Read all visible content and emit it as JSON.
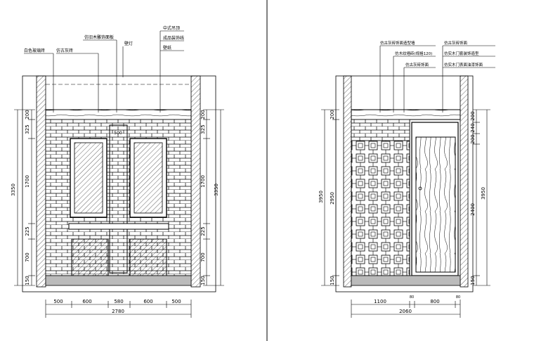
{
  "left_elevation": {
    "callouts_top": [
      "中式吊顶",
      "成品装饰线",
      "壁纸"
    ],
    "callouts_left": [
      "白色玻璃砖",
      "仿古灰砖",
      "仿旧木雕饰面板"
    ],
    "callout_mid": "壁灯",
    "dim_left_parts": [
      "200",
      "325",
      "1700",
      "225",
      "700",
      "150"
    ],
    "dim_left_total": "3350",
    "dim_right_parts": [
      "200",
      "325",
      "1700",
      "225",
      "700",
      "150"
    ],
    "dim_right_total": "3350",
    "dim_bottom_parts": [
      "500",
      "600",
      "580",
      "600",
      "500"
    ],
    "dim_bottom_total": "2780",
    "center_strip_dim": "500"
  },
  "right_elevation": {
    "callouts_left": [
      "仿古灰砖饰面造型墙",
      "仿木纹墙砖(规格120)",
      "仿古灰砖饰面"
    ],
    "callouts_right": [
      "仿古灰砖饰面",
      "仿实木门套装饰造型",
      "仿实木门表面油漆饰面"
    ],
    "dim_left_parts": [
      "200",
      "2950",
      "150"
    ],
    "dim_left_total": "3950",
    "dim_right_parts": [
      "200",
      "240",
      "200",
      "2400",
      "150"
    ],
    "dim_right_total": "3950",
    "dim_bottom_parts": [
      "1100",
      "80",
      "800",
      "80"
    ],
    "dim_bottom_total": "2060"
  }
}
